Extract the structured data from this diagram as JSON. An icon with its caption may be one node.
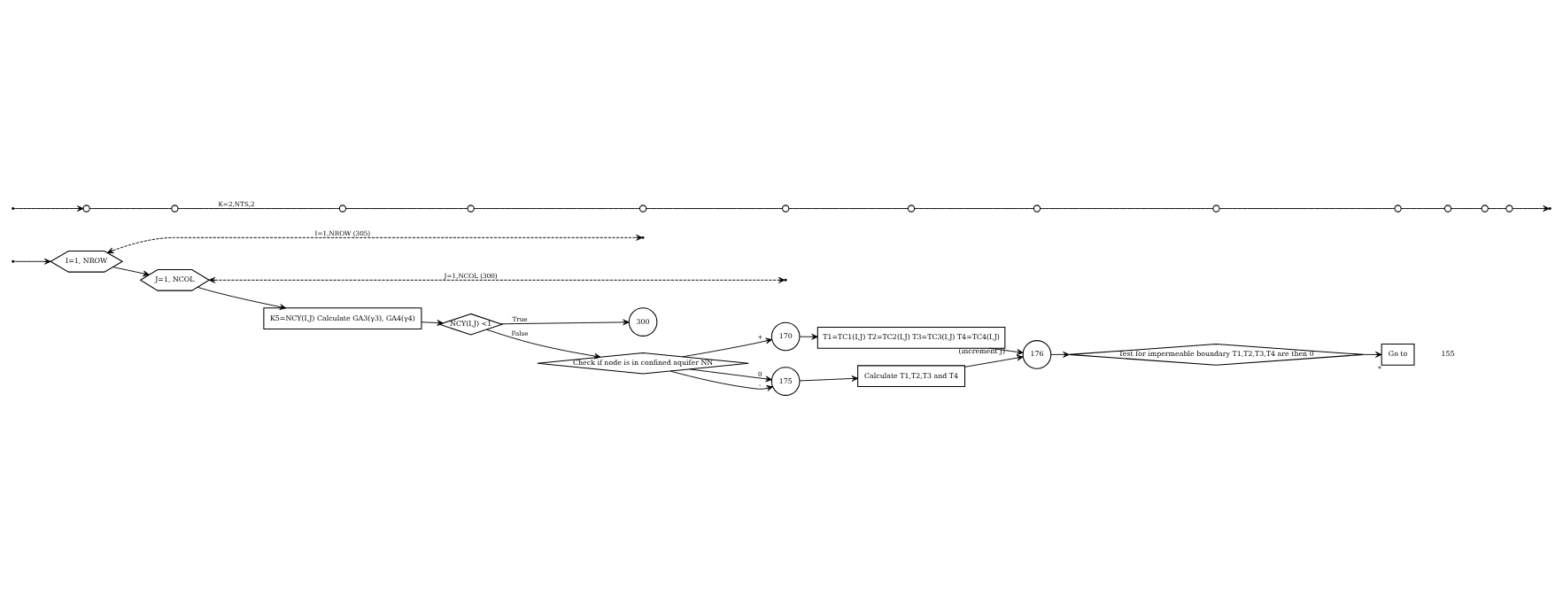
{
  "diagram": {
    "nodes": [
      {
        "text": [
          "I=1, NROW"
        ]
      },
      {
        "text": [
          "J=1, NCOL"
        ]
      },
      {
        "text": [
          "K5=NCY(I,J) Calculate GA3(γ3), GA4(γ4)"
        ]
      },
      {
        "text": [
          "NCY(I,J) <1"
        ]
      },
      {
        "text": [
          "300"
        ]
      },
      {
        "text": [
          "Check if node is in confined aquifer NN"
        ]
      },
      {
        "text": [
          "170"
        ]
      },
      {
        "text": [
          "T1=TC1(I,J) T2=TC2(I,J) T3=TC3(I,J) T4=TC4(I,J)"
        ],
        "beside": [
          "(increment J)"
        ]
      },
      {
        "text": [
          "175"
        ]
      },
      {
        "text": [
          "Calculate T1,T2,T3 and T4"
        ]
      },
      {
        "text": [
          "176"
        ]
      },
      {
        "text": [
          "Test for impermeable boundary T1,T2,T3,T4 are then 0"
        ]
      },
      {
        "text": [
          "Go to"
        ],
        "beside": [
          "*"
        ]
      },
      {
        "text": [],
        "shape": "circle"
      },
      {
        "text": [],
        "shape": "circle"
      },
      {
        "text": [],
        "shape": "circle"
      },
      {
        "text": [],
        "shape": "circle"
      },
      {
        "text": [],
        "shape": "circle"
      },
      {
        "text": [],
        "shape": "circle"
      },
      {
        "text": [],
        "shape": "circle"
      },
      {
        "text": [],
        "shape": "circle"
      },
      {
        "text": [],
        "shape": "circle"
      },
      {
        "text": [],
        "shape": "circle"
      },
      {
        "text": [],
        "shape": "circle"
      },
      {
        "text": [],
        "shape": "circle"
      },
      {
        "text": [],
        "shape": "circle"
      }
    ],
    "edges": [
      {
        "from": 0,
        "to": null,
        "arrow": "both",
        "style": "dashed",
        "label": "I=1,NROW (305)"
      },
      {
        "from": null,
        "to": 0,
        "arrow": "to"
      },
      {
        "from": 1,
        "to": null,
        "arrow": "both",
        "style": "dashed",
        "label": "J=1,NCOL (300)"
      },
      {
        "from": 0,
        "to": 1,
        "arrow": "to"
      },
      {
        "from": 1,
        "to": 2,
        "arrow": "to"
      },
      {
        "from": 2,
        "to": 3,
        "arrow": "to"
      },
      {
        "from": 3,
        "to": 4,
        "arrow": "to",
        "label": "True"
      },
      {
        "from": 3,
        "to": 5,
        "arrow": "to",
        "label": "False"
      },
      {
        "from": 5,
        "to": 6,
        "arrow": "to",
        "label": "+"
      },
      {
        "from": 5,
        "to": 8,
        "arrow": "to",
        "label": "0"
      },
      {
        "from": 5,
        "to": 8,
        "arrow": "to",
        "label": "-"
      },
      {
        "from": 6,
        "to": 7,
        "arrow": "to"
      },
      {
        "from": 7,
        "to": 10,
        "arrow": "to"
      },
      {
        "from": 8,
        "to": 9,
        "arrow": "to"
      },
      {
        "from": 9,
        "to": 10,
        "arrow": "to"
      },
      {
        "from": 10,
        "to": 11,
        "arrow": "to"
      },
      {
        "from": 11,
        "to": 12,
        "arrow": "to"
      },
      {
        "from": null,
        "to": 13,
        "arrow": "to"
      },
      {
        "from": 13,
        "to": 14,
        "arrow": "none"
      },
      {
        "from": 14,
        "to": 15,
        "arrow": "none",
        "label": "K=2,NTS,2"
      },
      {
        "from": 15,
        "to": 16,
        "arrow": "none"
      },
      {
        "from": 16,
        "to": 17,
        "arrow": "none"
      },
      {
        "from": 17,
        "to": 18,
        "arrow": "none"
      },
      {
        "from": 18,
        "to": 19,
        "arrow": "none"
      },
      {
        "from": 19,
        "to": 20,
        "arrow": "none"
      },
      {
        "from": 20,
        "to": 21,
        "arrow": "none"
      },
      {
        "from": 21,
        "to": 22,
        "arrow": "none"
      },
      {
        "from": 22,
        "to": 23,
        "arrow": "none"
      },
      {
        "from": 23,
        "to": 24,
        "arrow": "none"
      },
      {
        "from": 24,
        "to": 25,
        "arrow": "none"
      },
      {
        "from": 25,
        "to": null,
        "arrow": "to"
      }
    ],
    "labels": [
      "155"
    ]
  }
}
